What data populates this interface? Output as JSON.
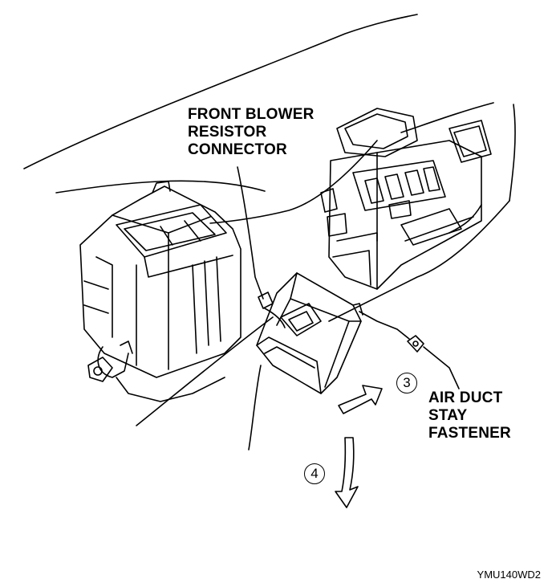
{
  "labels": {
    "front_blower_resistor_connector": [
      "FRONT BLOWER",
      "RESISTOR",
      "CONNECTOR"
    ],
    "air_duct_stay_fastener": [
      "AIR DUCT",
      "STAY",
      "FASTENER"
    ]
  },
  "steps": {
    "step_3": "3",
    "step_4": "4"
  },
  "figure_id": "YMU140WD2",
  "colors": {
    "ink": "#000000",
    "paper": "#ffffff"
  },
  "icons": {
    "arrow_3": "double-line-arrow-right",
    "arrow_4": "double-line-arrow-down"
  }
}
